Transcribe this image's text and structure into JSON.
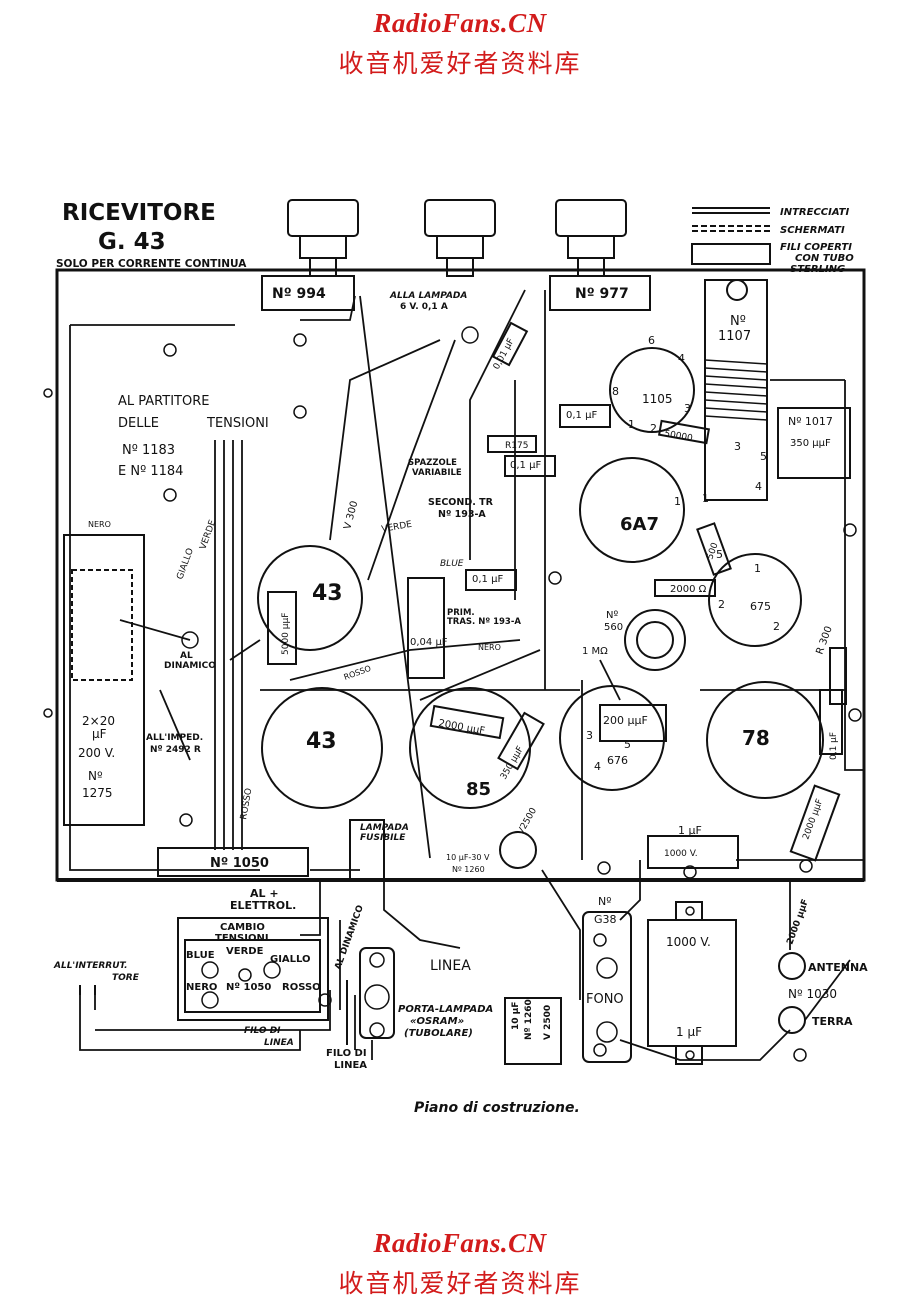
{
  "watermark": {
    "site": "RadioFans.CN",
    "subtitle": "收音机爱好者资料库"
  },
  "header": {
    "title": "RICEVITORE",
    "model": "G. 43",
    "subtitle": "SOLO PER CORRENTE CONTINUA"
  },
  "legend": [
    {
      "label": "INTRECCIATI"
    },
    {
      "label": "SCHERMATI"
    },
    {
      "label": "FILI COPERTI"
    },
    {
      "label": "CON TUBO"
    },
    {
      "label": "STERLING"
    }
  ],
  "parts": {
    "p994": "Nº 994",
    "p977": "Nº 977",
    "p1107a": "Nº",
    "p1107b": "1107",
    "lampada1": "ALLA LAMPADA",
    "lampada2": "6 V. 0,1 A",
    "partitore1": "AL PARTITORE",
    "partitore2": "DELLE",
    "partitore3": "TENSIONI",
    "n1183": "Nº 1183",
    "n1184": "E Nº 1184",
    "n1105": "1105",
    "n1017": "Nº 1017",
    "pf350": "350 μμF",
    "spazzole1": "SPAZZOLE",
    "spazzole2": "VARIABILE",
    "second1": "SECOND. TR",
    "second2": "Nº 193-A",
    "prim1": "PRIM.",
    "prim2": "TRAS. Nº 193-A",
    "n560a": "Nº",
    "n560b": "560",
    "v43a": "43",
    "v43b": "43",
    "v6a7": "6A7",
    "v85": "85",
    "v78": "78",
    "v675": "675",
    "v676": "676",
    "c001a": "0,01 μF",
    "c01a": "0,1 μF",
    "c01b": "0,1 μF",
    "c01c": "0,1 μF",
    "c004": "0,04 μF",
    "c200": "200 μμF",
    "c2000a": "2000 μμF",
    "c2000b": "2000 Ω",
    "c5000": "5000 μμF",
    "c500": "500",
    "r175": "R175",
    "r300": "R 300",
    "r1m": "1 MΩ",
    "r50000": "50000",
    "v300": "V 300",
    "verde1": "VERDE",
    "verde2": "VERDE",
    "giallo": "GIALLO",
    "nero1": "NERO",
    "nero2": "NERO",
    "blue1": "BLUE",
    "rosso1": "ROSSO",
    "rosso2": "ROSSO",
    "dinamico1": "AL",
    "dinamico2": "DINAMICO",
    "elettrol1": "2×20",
    "elettrol2": "μF",
    "elettrol3": "200 V.",
    "elettrol4": "Nº",
    "elettrol5": "1275",
    "imped1": "ALL'IMPED.",
    "imped2": "Nº 2492 R",
    "n1050": "Nº 1050",
    "fusibile1": "LAMPADA",
    "fusibile2": "FUSIBILE",
    "v2500a": "V2500",
    "c10a": "10 μF-30 V",
    "n1260a": "Nº 1260",
    "c1uf": "1 μF",
    "v1000": "1000 V.",
    "c350": "350 μμF",
    "cq2000": "2000 μμF",
    "c01d": "0,1 μF"
  },
  "bottom": {
    "al_elettrol1": "AL +",
    "al_elettrol2": "ELETTROL.",
    "cambio1": "CAMBIO",
    "cambio2": "TENSIONI",
    "blue": "BLUE",
    "verde": "VERDE",
    "giallo": "GIALLO",
    "nero": "NERO",
    "n1050": "Nº 1050",
    "rosso": "ROSSO",
    "al_dinamico": "AL DINAMICO",
    "interrut1": "ALL'INTERRUT.",
    "interrut2": "TORE",
    "filo1": "FILO DI",
    "filo2": "LINEA",
    "linea": "LINEA",
    "porta1": "PORTA-LAMPADA",
    "porta2": "«OSRAM»",
    "porta3": "(TUBOLARE)",
    "filo3": "FILO DI",
    "filo4": "LINEA",
    "c10uf": "10 μF",
    "n1260": "Nº 1260",
    "v2500": "V 2500",
    "g638a": "Nº",
    "g638b": "G38",
    "fono": "FONO",
    "v1000": "1000 V.",
    "c1uf": "1 μF",
    "c2000": "2000 μμF",
    "antenna": "ANTENNA",
    "n1030": "Nº 1030",
    "terra": "TERRA"
  },
  "caption": "Piano di costruzione."
}
